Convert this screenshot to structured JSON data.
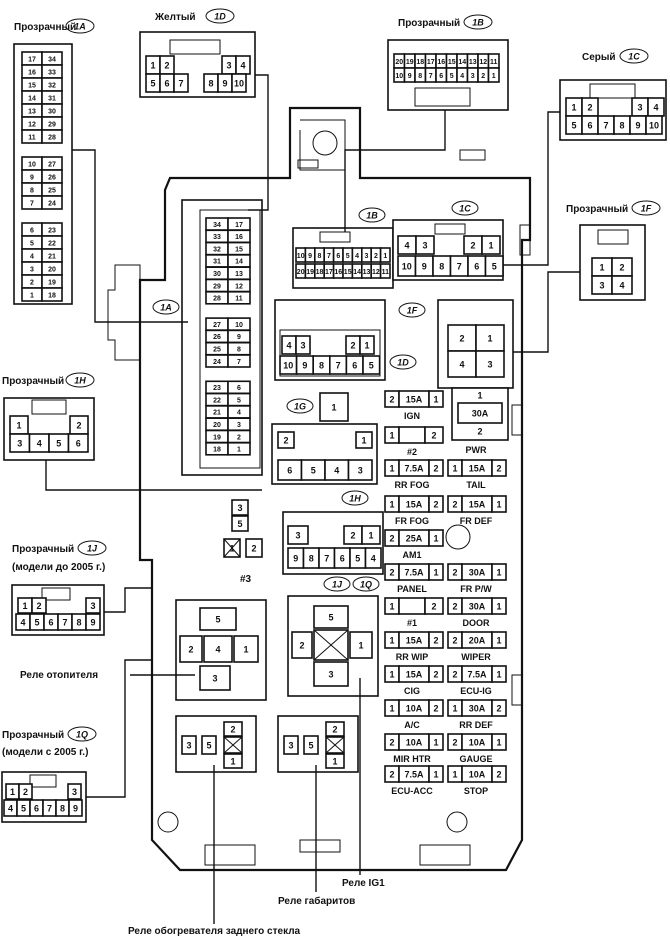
{
  "connectors": {
    "c1A": {
      "tag": "1A",
      "label": "Прозрачный",
      "pins": [
        [
          "17",
          "34"
        ],
        [
          "16",
          "33"
        ],
        [
          "15",
          "32"
        ],
        [
          "14",
          "31"
        ],
        [
          "13",
          "30"
        ],
        [
          "12",
          "29"
        ],
        [
          "11",
          "28"
        ],
        [
          "10",
          "27"
        ],
        [
          "9",
          "26"
        ],
        [
          "8",
          "25"
        ],
        [
          "7",
          "24"
        ],
        [
          "6",
          "23"
        ],
        [
          "5",
          "22"
        ],
        [
          "4",
          "21"
        ],
        [
          "3",
          "20"
        ],
        [
          "2",
          "19"
        ],
        [
          "1",
          "18"
        ]
      ]
    },
    "c1D": {
      "tag": "1D",
      "label": "Желтый",
      "pins_top": [
        "1",
        "2",
        "3",
        "4"
      ],
      "pins_bot": [
        "5",
        "6",
        "7",
        "8",
        "9",
        "10"
      ]
    },
    "c1B": {
      "tag": "1B",
      "label": "Прозрачный",
      "pins_top": [
        "20",
        "19",
        "18",
        "17",
        "16",
        "15",
        "14",
        "13",
        "12",
        "11"
      ],
      "pins_bot": [
        "10",
        "9",
        "8",
        "7",
        "6",
        "5",
        "4",
        "3",
        "2",
        "1"
      ]
    },
    "c1C": {
      "tag": "1C",
      "label": "Серый",
      "pins_top": [
        "1",
        "2",
        "3",
        "4"
      ],
      "pins_bot": [
        "5",
        "6",
        "7",
        "8",
        "9",
        "10"
      ]
    },
    "c1F": {
      "tag": "1F",
      "label": "Прозрачный",
      "pins": [
        "1",
        "2",
        "3",
        "4"
      ]
    },
    "c1H": {
      "tag": "1H",
      "label": "Прозрачный",
      "pins_top": [
        "1",
        "2"
      ],
      "pins_bot": [
        "3",
        "4",
        "5",
        "6"
      ]
    },
    "c1J": {
      "tag": "1J",
      "label": "Прозрачный",
      "note": "(модели до 2005 г.)",
      "pins_top": [
        "1",
        "2",
        "3"
      ],
      "pins_bot": [
        "4",
        "5",
        "6",
        "7",
        "8",
        "9"
      ]
    },
    "c1Q": {
      "tag": "1Q",
      "label": "Прозрачный",
      "note": "(модели с 2005 г.)",
      "pins_top": [
        "1",
        "2",
        "3"
      ],
      "pins_bot": [
        "4",
        "5",
        "6",
        "7",
        "8",
        "9"
      ]
    }
  },
  "block": {
    "tags": {
      "a": "1A",
      "b": "1B",
      "c": "1C",
      "d": "1D",
      "f": "1F",
      "g": "1G",
      "h": "1H",
      "j": "1J",
      "q": "1Q"
    },
    "c1D_pins_top": [
      "4",
      "3",
      "2",
      "1"
    ],
    "c1D_pins_bot": [
      "10",
      "9",
      "8",
      "7",
      "6",
      "5"
    ],
    "c1C_pins_top": [
      "4",
      "3",
      "2",
      "1"
    ],
    "c1C_pins_bot": [
      "10",
      "9",
      "8",
      "7",
      "6",
      "5"
    ],
    "c1F_pins": [
      "2",
      "1",
      "4",
      "3"
    ],
    "c1G_pin": "1",
    "c1G_box_top": [
      "2",
      "1"
    ],
    "c1G_box_bot": [
      "6",
      "5",
      "4",
      "3"
    ],
    "c1H_pins_top": [
      "3",
      "2",
      "1"
    ],
    "c1H_pins_bot": [
      "9",
      "8",
      "7",
      "6",
      "5",
      "4"
    ],
    "relay3": {
      "pins": [
        "3",
        "5",
        "1",
        "2"
      ],
      "name": "#3"
    },
    "heater_relay_pins": [
      "5",
      "2",
      "4",
      "1",
      "3"
    ],
    "ig1_relay_pins": [
      "5",
      "2",
      "1",
      "3"
    ],
    "rear_relay_pins": [
      "3",
      "5",
      "2",
      "1"
    ],
    "tail_relay_pins": [
      "3",
      "5",
      "2",
      "1"
    ]
  },
  "fuses": [
    {
      "left": [
        "2",
        "15A",
        "1"
      ],
      "name": "IGN",
      "right_rows": [
        "1",
        "30A",
        "2"
      ],
      "right_name": "PWR"
    },
    {
      "left": [
        "1",
        "",
        "2"
      ],
      "name": "#2"
    },
    {
      "left": [
        "1",
        "7.5A",
        "2"
      ],
      "name": "RR FOG",
      "right": [
        "1",
        "15A",
        "2"
      ],
      "right_name": "TAIL"
    },
    {
      "left": [
        "1",
        "15A",
        "2"
      ],
      "name": "FR FOG",
      "right": [
        "2",
        "15A",
        "1"
      ],
      "right_name": "FR DEF"
    },
    {
      "left": [
        "2",
        "25A",
        "1"
      ],
      "name": "AM1"
    },
    {
      "left": [
        "2",
        "7.5A",
        "1"
      ],
      "name": "PANEL",
      "right": [
        "2",
        "30A",
        "1"
      ],
      "right_name": "FR P/W"
    },
    {
      "left": [
        "1",
        "",
        "2"
      ],
      "name": "#1",
      "right": [
        "2",
        "30A",
        "1"
      ],
      "right_name": "DOOR"
    },
    {
      "left": [
        "1",
        "15A",
        "2"
      ],
      "name": "RR WIP",
      "right": [
        "2",
        "20A",
        "1"
      ],
      "right_name": "WIPER"
    },
    {
      "left": [
        "1",
        "15A",
        "2"
      ],
      "name": "CIG",
      "right": [
        "2",
        "7.5A",
        "1"
      ],
      "right_name": "ECU-IG"
    },
    {
      "left": [
        "1",
        "10A",
        "2"
      ],
      "name": "A/C",
      "right": [
        "1",
        "30A",
        "2"
      ],
      "right_name": "RR DEF"
    },
    {
      "left": [
        "2",
        "10A",
        "1"
      ],
      "name": "MIR HTR",
      "right": [
        "2",
        "10A",
        "1"
      ],
      "right_name": "GAUGE"
    },
    {
      "left": [
        "2",
        "7.5A",
        "1"
      ],
      "name": "ECU-ACC",
      "right": [
        "1",
        "10A",
        "2"
      ],
      "right_name": "STOP"
    }
  ],
  "labels": {
    "heater_relay": "Реле отопителя",
    "ig1_relay": "Реле IG1",
    "tail_relay": "Реле габаритов",
    "rear_relay": "Реле обогревателя заднего стекла"
  }
}
